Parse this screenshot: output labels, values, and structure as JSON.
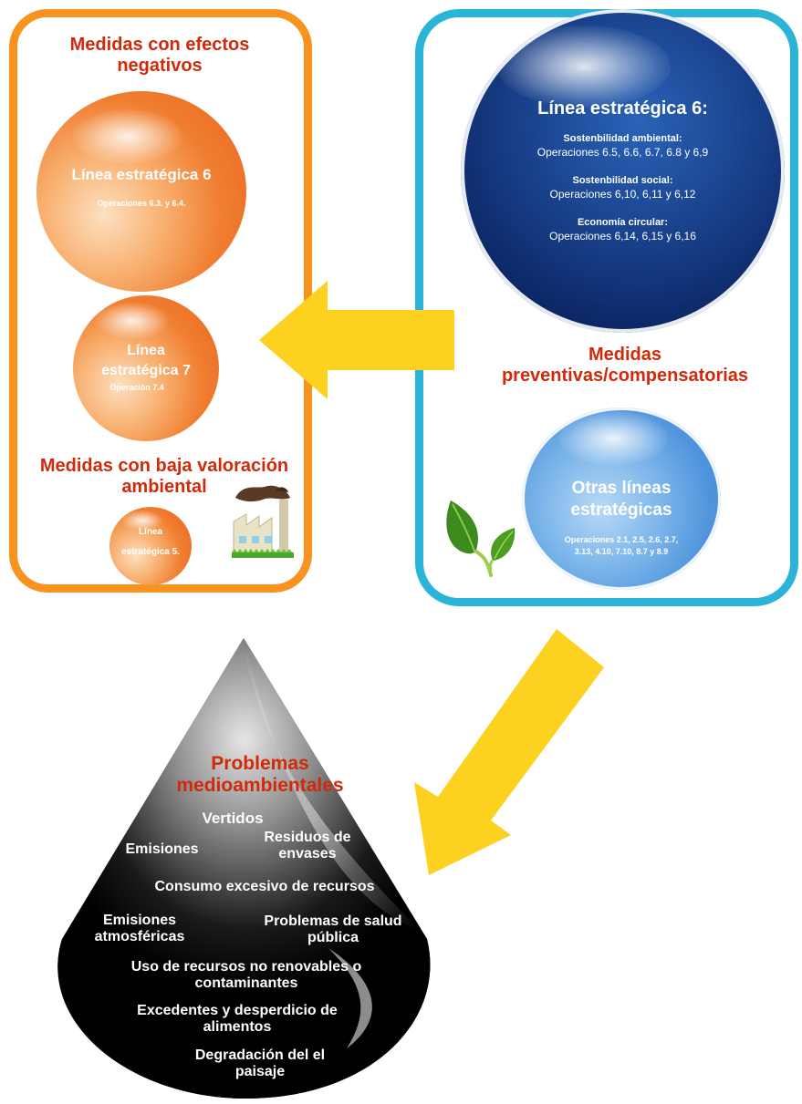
{
  "left_panel": {
    "heading": [
      "Medidas con efectos",
      "negativos"
    ],
    "sphere1": {
      "title": "Línea estratégica 6",
      "subtitle": "Operaciones 6.3. y 6.4."
    },
    "sphere2": {
      "title_lines": [
        "Línea",
        "estratégica 7"
      ],
      "subtitle": "Operación 7.4"
    },
    "low_heading": [
      "Medidas con baja valoración",
      "ambiental"
    ],
    "sphere3": {
      "title_lines": [
        "Línea",
        "estratégica 5."
      ]
    }
  },
  "right_panel": {
    "sphere_big": {
      "title": "Línea estratégica 6:",
      "groups": [
        {
          "label": "Sostenbilidad ambiental:",
          "ops": "Operaciones  6.5, 6.6, 6.7, 6.8 y 6,9"
        },
        {
          "label": "Sostenbilidad social:",
          "ops": "Operaciones 6,10, 6,11 y 6,12"
        },
        {
          "label": "Economía circular:",
          "ops": "Operaciones 6,14, 6,15 y 6,16"
        }
      ]
    },
    "heading": [
      "Medidas",
      "preventivas/compensatorias"
    ],
    "sphere_other": {
      "title_lines": [
        "Otras líneas",
        "estratégicas"
      ],
      "ops_lines": [
        "Operaciones 2.1, 2.5, 2.6, 2.7,",
        "3.13,  4.10, 7.10, 8.7 y 8.9"
      ]
    }
  },
  "cone": {
    "title": [
      "Problemas",
      "medioambientales"
    ],
    "items": {
      "vertidos": "Vertidos",
      "residuos": [
        "Residuos de",
        "envases"
      ],
      "emisiones": "Emisiones",
      "consumo": "Consumo excesivo de recursos",
      "emisiones_atm": [
        "Emisiones",
        "atmosféricas"
      ],
      "salud": [
        "Problemas de salud",
        "pública"
      ],
      "uso": [
        "Uso de recursos no renovables o",
        "contaminantes"
      ],
      "excedentes": [
        "Excedentes y desperdicio de",
        "alimentos"
      ],
      "degradacion": [
        "Degradación del  el",
        "paisaje"
      ]
    }
  },
  "colors": {
    "orange_border": "#f7931e",
    "blue_border": "#29b4d8",
    "heading_red": "#d12a0a",
    "arrow_yellow": "#fcd11f"
  },
  "icons": [
    "factory-icon",
    "leaf-sprout-icon"
  ]
}
